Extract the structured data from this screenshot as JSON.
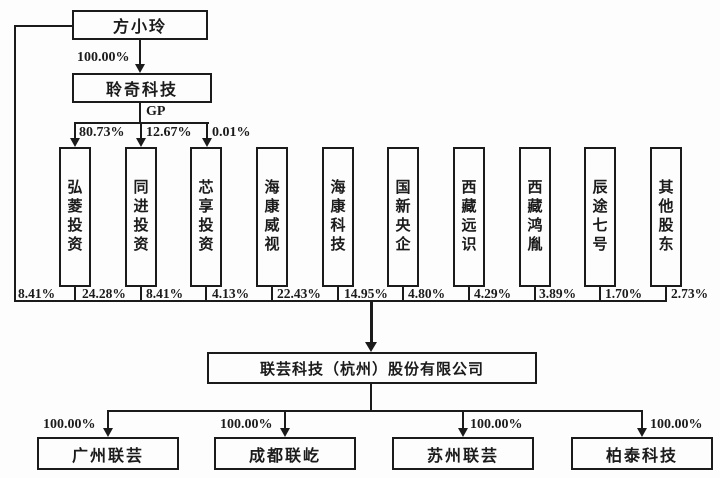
{
  "diagram_title": "equity-structure-chart",
  "colors": {
    "background": "#fdfdfd",
    "line": "#1b1b1b",
    "text": "#1b1b1b"
  },
  "top": {
    "owner": {
      "name": "方小玲"
    },
    "owner_to_gp_pct": "100.00%",
    "gp_entity": {
      "name": "聆奇科技"
    },
    "gp_label": "GP",
    "gp_stakes": [
      {
        "pct": "80.73%"
      },
      {
        "pct": "12.67%"
      },
      {
        "pct": "0.01%"
      }
    ]
  },
  "direct_owner_pct": "8.41%",
  "shareholders": [
    {
      "name": "弘菱投资",
      "pct": "24.28%"
    },
    {
      "name": "同进投资",
      "pct": "8.41%"
    },
    {
      "name": "芯享投资",
      "pct": "4.13%"
    },
    {
      "name": "海康威视",
      "pct": "22.43%"
    },
    {
      "name": "海康科技",
      "pct": "14.95%"
    },
    {
      "name": "国新央企",
      "pct": "4.80%"
    },
    {
      "name": "西藏远识",
      "pct": "4.29%"
    },
    {
      "name": "西藏鸿胤",
      "pct": "3.89%"
    },
    {
      "name": "辰途七号",
      "pct": "1.70%"
    },
    {
      "name": "其他股东",
      "pct": "2.73%"
    }
  ],
  "company": {
    "name": "联芸科技（杭州）股份有限公司"
  },
  "subsidiaries": [
    {
      "name": "广州联芸",
      "pct": "100.00%"
    },
    {
      "name": "成都联屹",
      "pct": "100.00%"
    },
    {
      "name": "苏州联芸",
      "pct": "100.00%"
    },
    {
      "name": "柏泰科技",
      "pct": "100.00%"
    }
  ]
}
